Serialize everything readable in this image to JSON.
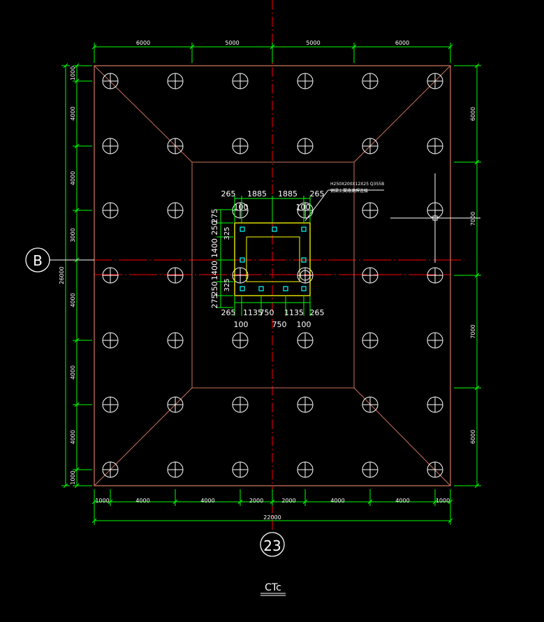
{
  "colors": {
    "background": "#000000",
    "dimension": "#00ff00",
    "outline": "#c8705c",
    "axis": "#ff0000",
    "pile": "#ffffff",
    "column": "#ffff00",
    "bolt": "#00ffff",
    "text": "#ffffff"
  },
  "drawing": {
    "title": "CTc",
    "grid_column_label": "23",
    "grid_row_label": "B",
    "total_width_label": "22000",
    "total_height_label": "26000",
    "annotation_line1": "H250X200X12X25  Q355B",
    "annotation_line2": "钢梁上翼缘满焊连接"
  },
  "dimensions": {
    "top": [
      "6000",
      "5000",
      "5000",
      "6000"
    ],
    "bottom": [
      "1000",
      "4000",
      "4000",
      "2000",
      "2000",
      "4000",
      "4000",
      "1000"
    ],
    "left": [
      "1000",
      "4000",
      "4000",
      "3000",
      "4000",
      "4000",
      "4000",
      "1000"
    ],
    "right": [
      "6000",
      "7000",
      "7000",
      "6000"
    ],
    "inset_top": [
      "265",
      "1885",
      "1885",
      "265"
    ],
    "inset_top_inner": [
      "100",
      "100"
    ],
    "inset_bottom": [
      "265",
      "1135",
      "750",
      "1135",
      "265"
    ],
    "inset_bottom_inner": [
      "100",
      "750",
      "100"
    ],
    "inset_left_top": [
      "275",
      "250",
      "1400"
    ],
    "inset_left_bottom": [
      "1400",
      "250",
      "275"
    ],
    "inset_left_small": [
      "325",
      "325"
    ]
  }
}
